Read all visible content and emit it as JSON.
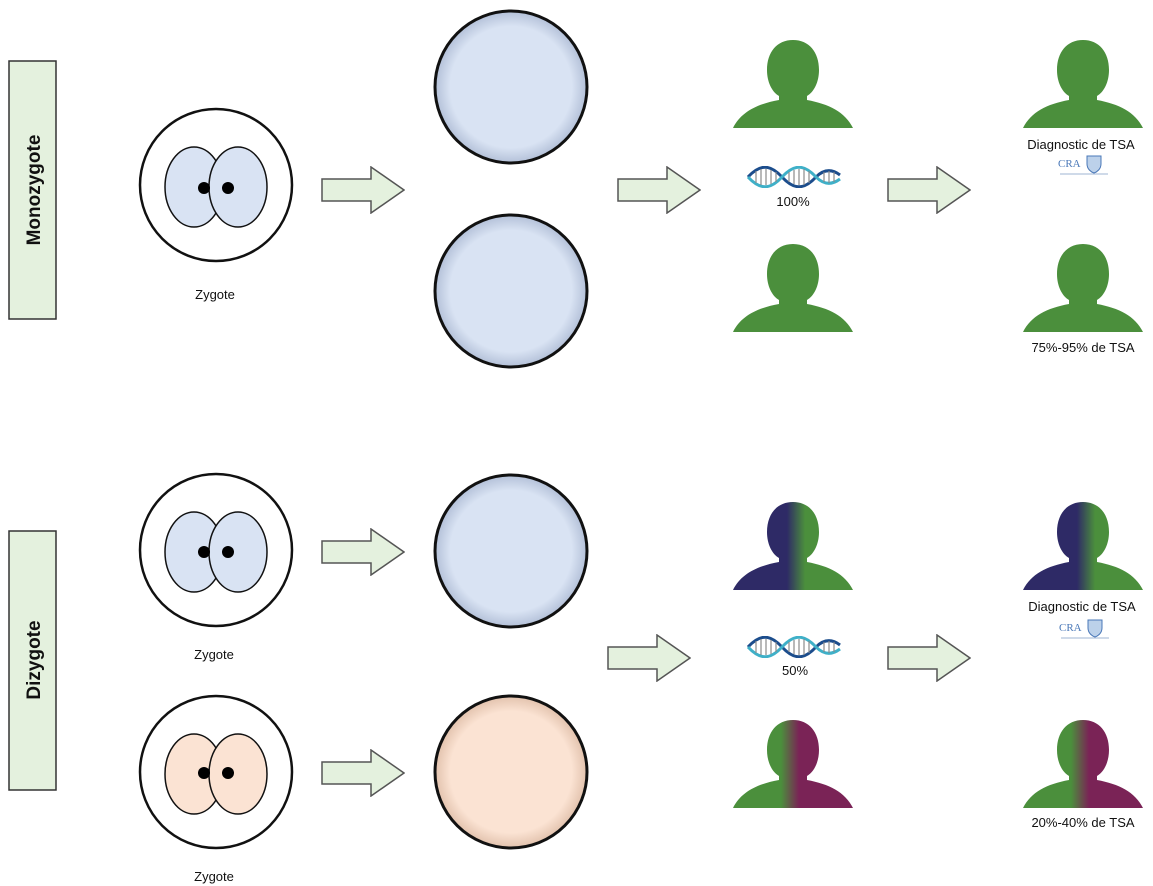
{
  "sections": {
    "mono": {
      "label": "Monozygote",
      "zygote_label": "Zygote",
      "dna_label": "100%",
      "diag_label": "Diagnostic de TSA",
      "risk_label": "75%-95% de TSA"
    },
    "di": {
      "label": "Dizygote",
      "zygote1_label": "Zygote",
      "zygote2_label": "Zygote",
      "dna_label": "50%",
      "diag_label": "Diagnostic de TSA",
      "risk_label": "20%-40% de TSA"
    }
  },
  "logo": {
    "text": "CRA",
    "icon": "cra-logo-icon"
  },
  "colors": {
    "person_green": "#4b8f3c",
    "person_navy": "#2e2a66",
    "person_maroon": "#7a2356",
    "cell_blue": "#d9e3f3",
    "cell_peach": "#fbe3d3",
    "arrow_fill": "#e4f1de",
    "label_box_fill": "#e4f1de"
  }
}
